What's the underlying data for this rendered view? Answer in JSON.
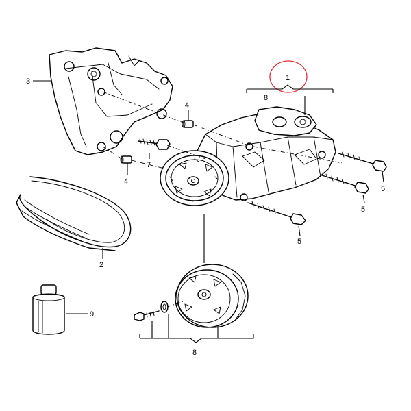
{
  "callouts": {
    "c1": "1",
    "c8_top": "8",
    "c3": "3",
    "c4_top": "4",
    "c4_bottom": "4",
    "c7": "7",
    "c2": "2",
    "c5_a": "5",
    "c5_b": "5",
    "c5_c": "5",
    "c9": "9",
    "c8_bottom": "8"
  },
  "colors": {
    "highlight_circle": "#e0303a",
    "line": "#000000"
  }
}
